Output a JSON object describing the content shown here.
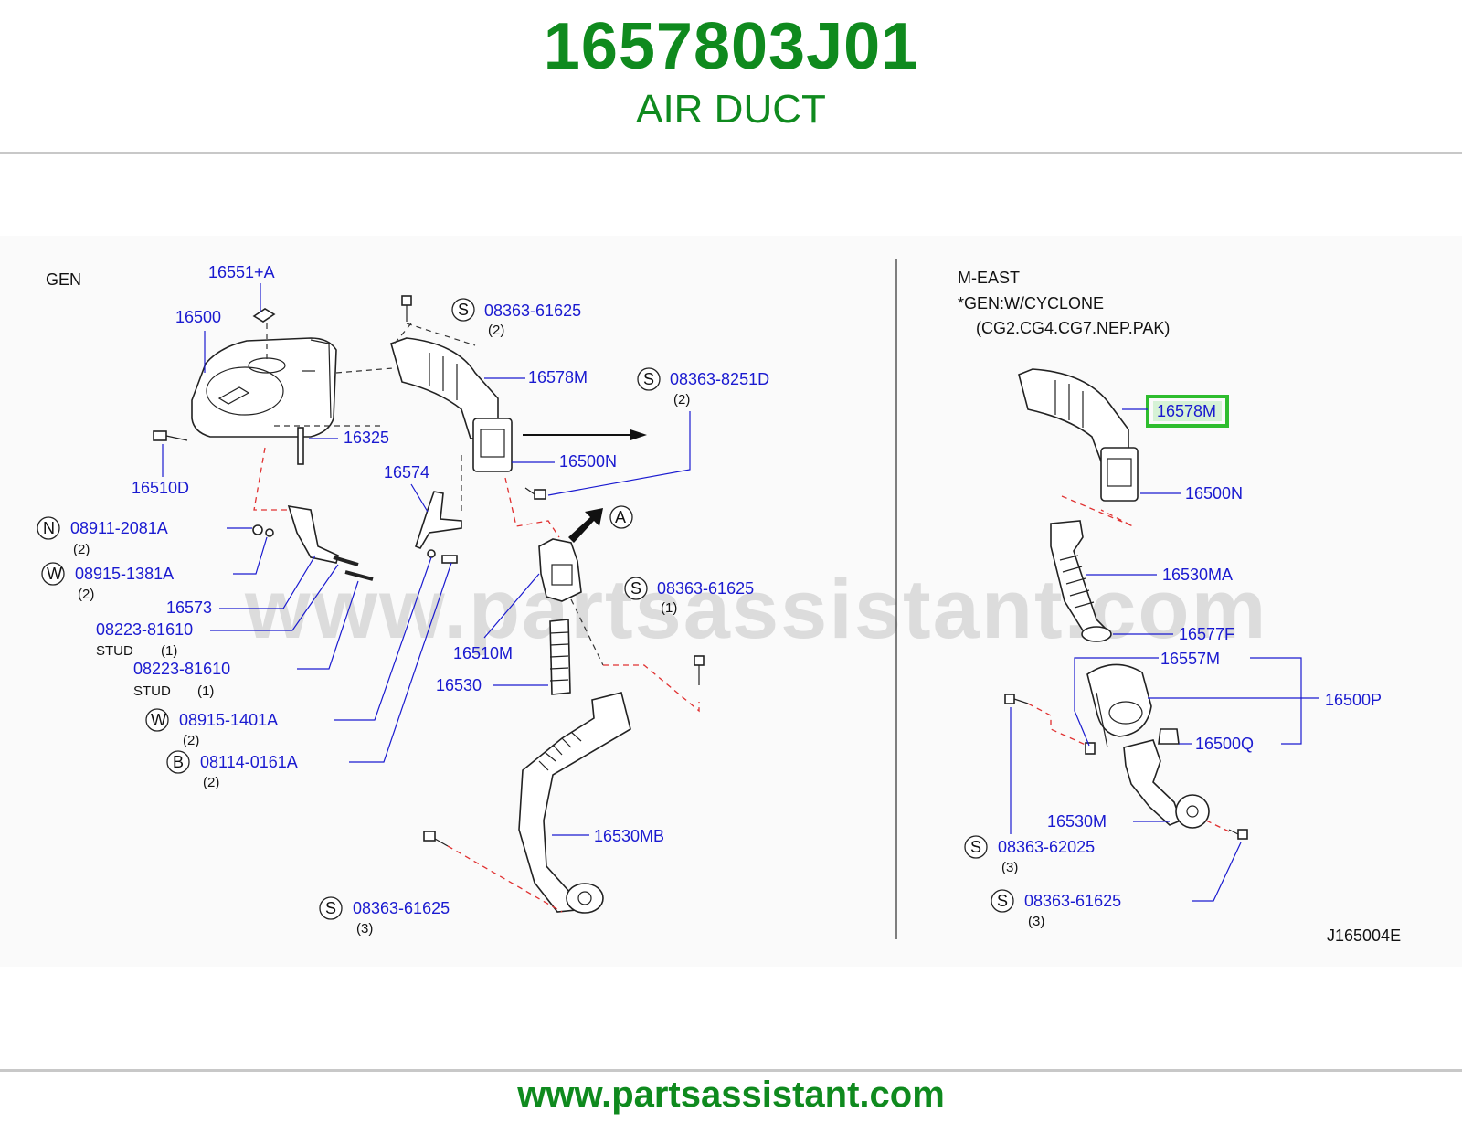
{
  "header": {
    "part_number": "1657803J01",
    "part_name": "AIR DUCT"
  },
  "footer": {
    "url": "www.partsassistant.com"
  },
  "diagram": {
    "watermark": "www.partsassistant.com",
    "left_section_title": "GEN",
    "right_section_title_1": "M-EAST",
    "right_section_title_2": "*GEN:W/CYCLONE",
    "right_section_title_3": "(CG2.CG4.CG7.NEP.PAK)",
    "figure_code": "J165004E",
    "arrow_ref": "A",
    "stud_word": "STUD",
    "labels_left": {
      "p16551A": "16551+A",
      "p16500": "16500",
      "p16510D": "16510D",
      "p16325": "16325",
      "p16578M": "16578M",
      "p16500N": "16500N",
      "p16574": "16574",
      "p16573": "16573",
      "p16510M": "16510M",
      "p16530": "16530",
      "p16530MB": "16530MB",
      "s1": "08363-61625",
      "s1_qty": "(2)",
      "s2": "08363-8251D",
      "s2_qty": "(2)",
      "n1": "08911-2081A",
      "n1_qty": "(2)",
      "w1": "08915-1381A",
      "w1_qty": "(2)",
      "stud1": "08223-81610",
      "stud1_qty": "(1)",
      "stud2": "08223-81610",
      "stud2_qty": "(1)",
      "w2": "08915-1401A",
      "w2_qty": "(2)",
      "b1": "08114-0161A",
      "b1_qty": "(2)",
      "s3": "08363-61625",
      "s3_qty": "(1)",
      "s4": "08363-61625",
      "s4_qty": "(3)"
    },
    "labels_right": {
      "p16578M": "16578M",
      "p16500N": "16500N",
      "p16530MA": "16530MA",
      "p16577F": "16577F",
      "p16557M": "16557M",
      "p16500P": "16500P",
      "p16500Q": "16500Q",
      "p16530M": "16530M",
      "s5": "08363-62025",
      "s5_qty": "(3)",
      "s6": "08363-61625",
      "s6_qty": "(3)"
    },
    "prefixes": {
      "S": "S",
      "N": "N",
      "W": "W",
      "B": "B"
    },
    "highlight_color": "#2ebd2e",
    "label_color": "#1a1ad0",
    "title_color": "#0f8a1e"
  }
}
